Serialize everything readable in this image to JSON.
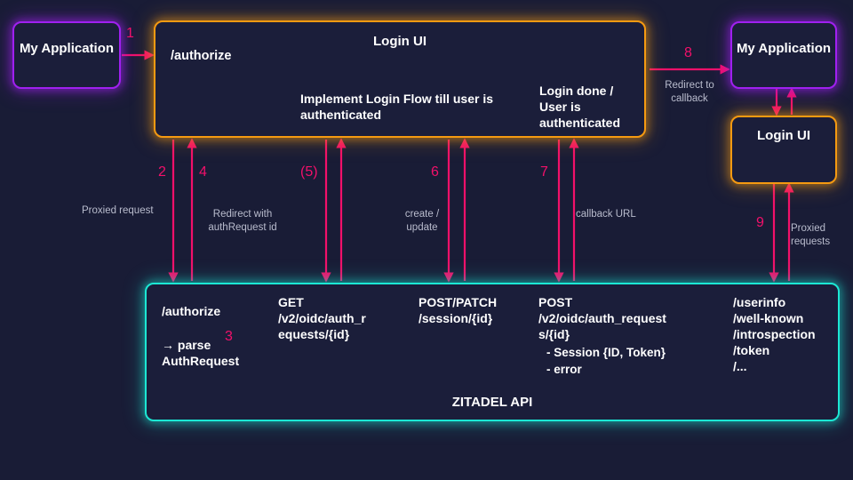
{
  "diagram": {
    "title": "ZITADEL Login UI OIDC flow",
    "background": "#191c36",
    "colors": {
      "accent_pink": "#f2106a",
      "purple": "#a020f0",
      "orange": "#f59a11",
      "cyan": "#1ce8d4",
      "text": "#ffffff",
      "caption": "#b9bccd"
    }
  },
  "nodes": {
    "my_app_left": {
      "label": "My\nApplication"
    },
    "login_ui_main": {
      "title": "Login UI",
      "authorize": "/authorize",
      "implement": "Implement Login Flow till user is\nauthenticated",
      "login_done": "Login done /\nUser is\nauthenticated"
    },
    "my_app_right": {
      "label": "My\nApplication"
    },
    "login_ui_right": {
      "label": "Login UI"
    },
    "zitadel_api": {
      "title": "ZITADEL API",
      "col1_line1": "/authorize",
      "col1_line2": "→ parse\nAuthRequest",
      "col2": "GET\n/v2/oidc/auth_r\nequests/{id}",
      "col3": "POST/PATCH\n/session/{id}",
      "col4": "POST\n/v2/oidc/auth_request\ns/{id}",
      "col4_bullet1": "-   Session {ID, Token}",
      "col4_bullet2": "-   error",
      "col5": "/userinfo\n/well-known\n/introspection\n/token\n/..."
    }
  },
  "steps": [
    {
      "id": "1",
      "number": "1",
      "caption": ""
    },
    {
      "id": "2",
      "number": "2",
      "caption": "Proxied request"
    },
    {
      "id": "3",
      "number": "3",
      "caption": ""
    },
    {
      "id": "4",
      "number": "4",
      "caption": "Redirect with\nauthRequest id"
    },
    {
      "id": "5",
      "number": "(5)",
      "caption": ""
    },
    {
      "id": "6",
      "number": "6",
      "caption": "create /\nupdate"
    },
    {
      "id": "7",
      "number": "7",
      "caption": "callback URL"
    },
    {
      "id": "8",
      "number": "8",
      "caption": "Redirect to\ncallback"
    },
    {
      "id": "9",
      "number": "9",
      "caption": "Proxied\nrequests"
    }
  ]
}
